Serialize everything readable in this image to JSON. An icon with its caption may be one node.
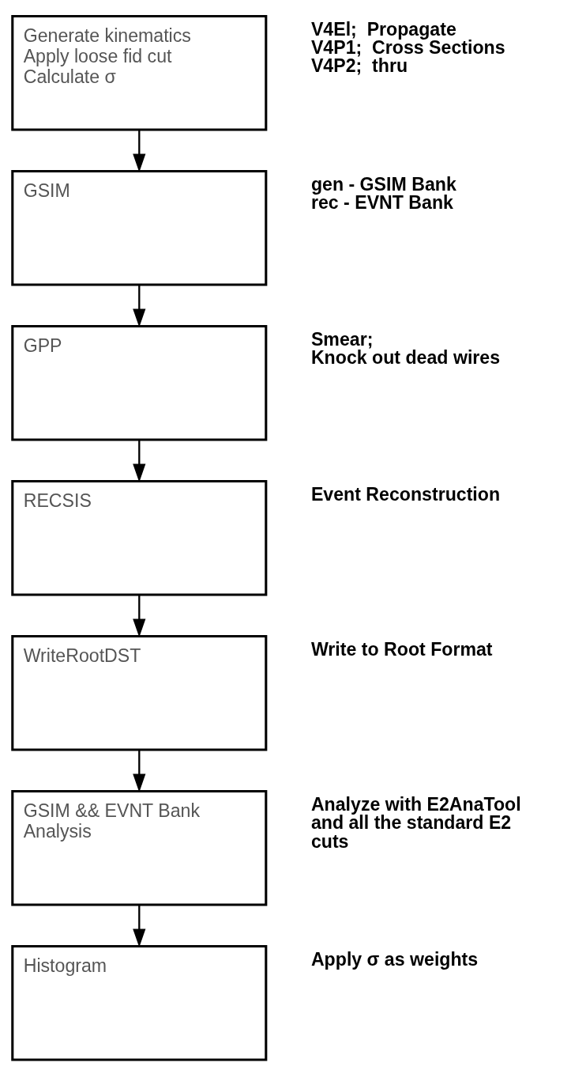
{
  "diagram": {
    "nodes": [
      {
        "text": [
          "Generate kinematics",
          "Apply loose fid cut",
          "Calculate σ"
        ],
        "beside": [
          "V4El;  Propagate",
          "V4P1;  Cross Sections",
          "V4P2;  thru"
        ]
      },
      {
        "text": [
          "GSIM"
        ],
        "beside": [
          "gen - GSIM Bank",
          "rec - EVNT Bank"
        ]
      },
      {
        "text": [
          "GPP"
        ],
        "beside": [
          "Smear;",
          "Knock out dead wires"
        ]
      },
      {
        "text": [
          "RECSIS"
        ],
        "beside": [
          "Event Reconstruction"
        ]
      },
      {
        "text": [
          "WriteRootDST"
        ],
        "beside": [
          "Write to Root Format"
        ]
      },
      {
        "text": [
          "GSIM && EVNT Bank Analysis"
        ],
        "beside": [
          "Analyze with E2AnaTool and all the standard E2 cuts"
        ]
      },
      {
        "text": [
          "Histogram"
        ],
        "beside": [
          "Apply σ as weights"
        ]
      }
    ],
    "edges": [
      {
        "from": 0,
        "to": 1,
        "arrow": "to"
      },
      {
        "from": 1,
        "to": 2,
        "arrow": "to"
      },
      {
        "from": 2,
        "to": 3,
        "arrow": "to"
      },
      {
        "from": 3,
        "to": 4,
        "arrow": "to"
      },
      {
        "from": 4,
        "to": 5,
        "arrow": "to"
      },
      {
        "from": 5,
        "to": 6,
        "arrow": "to"
      }
    ]
  }
}
